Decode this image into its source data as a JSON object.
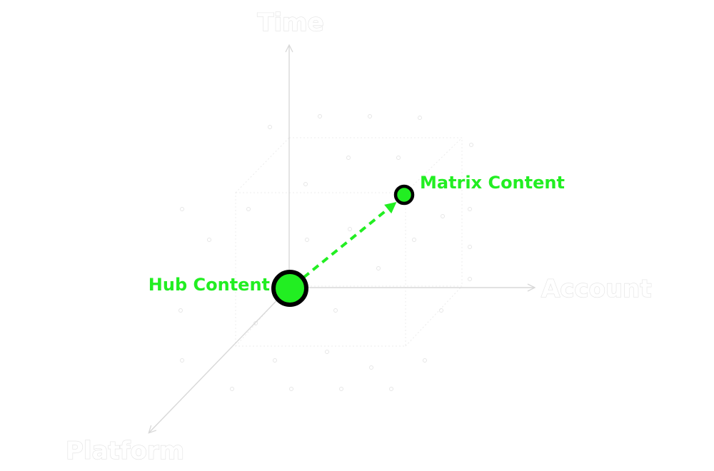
{
  "axes": {
    "time_label": "Time",
    "account_label": "Account",
    "platform_label": "Platform"
  },
  "nodes": {
    "hub": {
      "label": "Hub Content"
    },
    "matrix": {
      "label": "Matrix Content"
    }
  },
  "colors": {
    "accent": "#22ee22",
    "outline": "#000000",
    "axis": "#dcdcdc",
    "grid": "#ececec"
  }
}
